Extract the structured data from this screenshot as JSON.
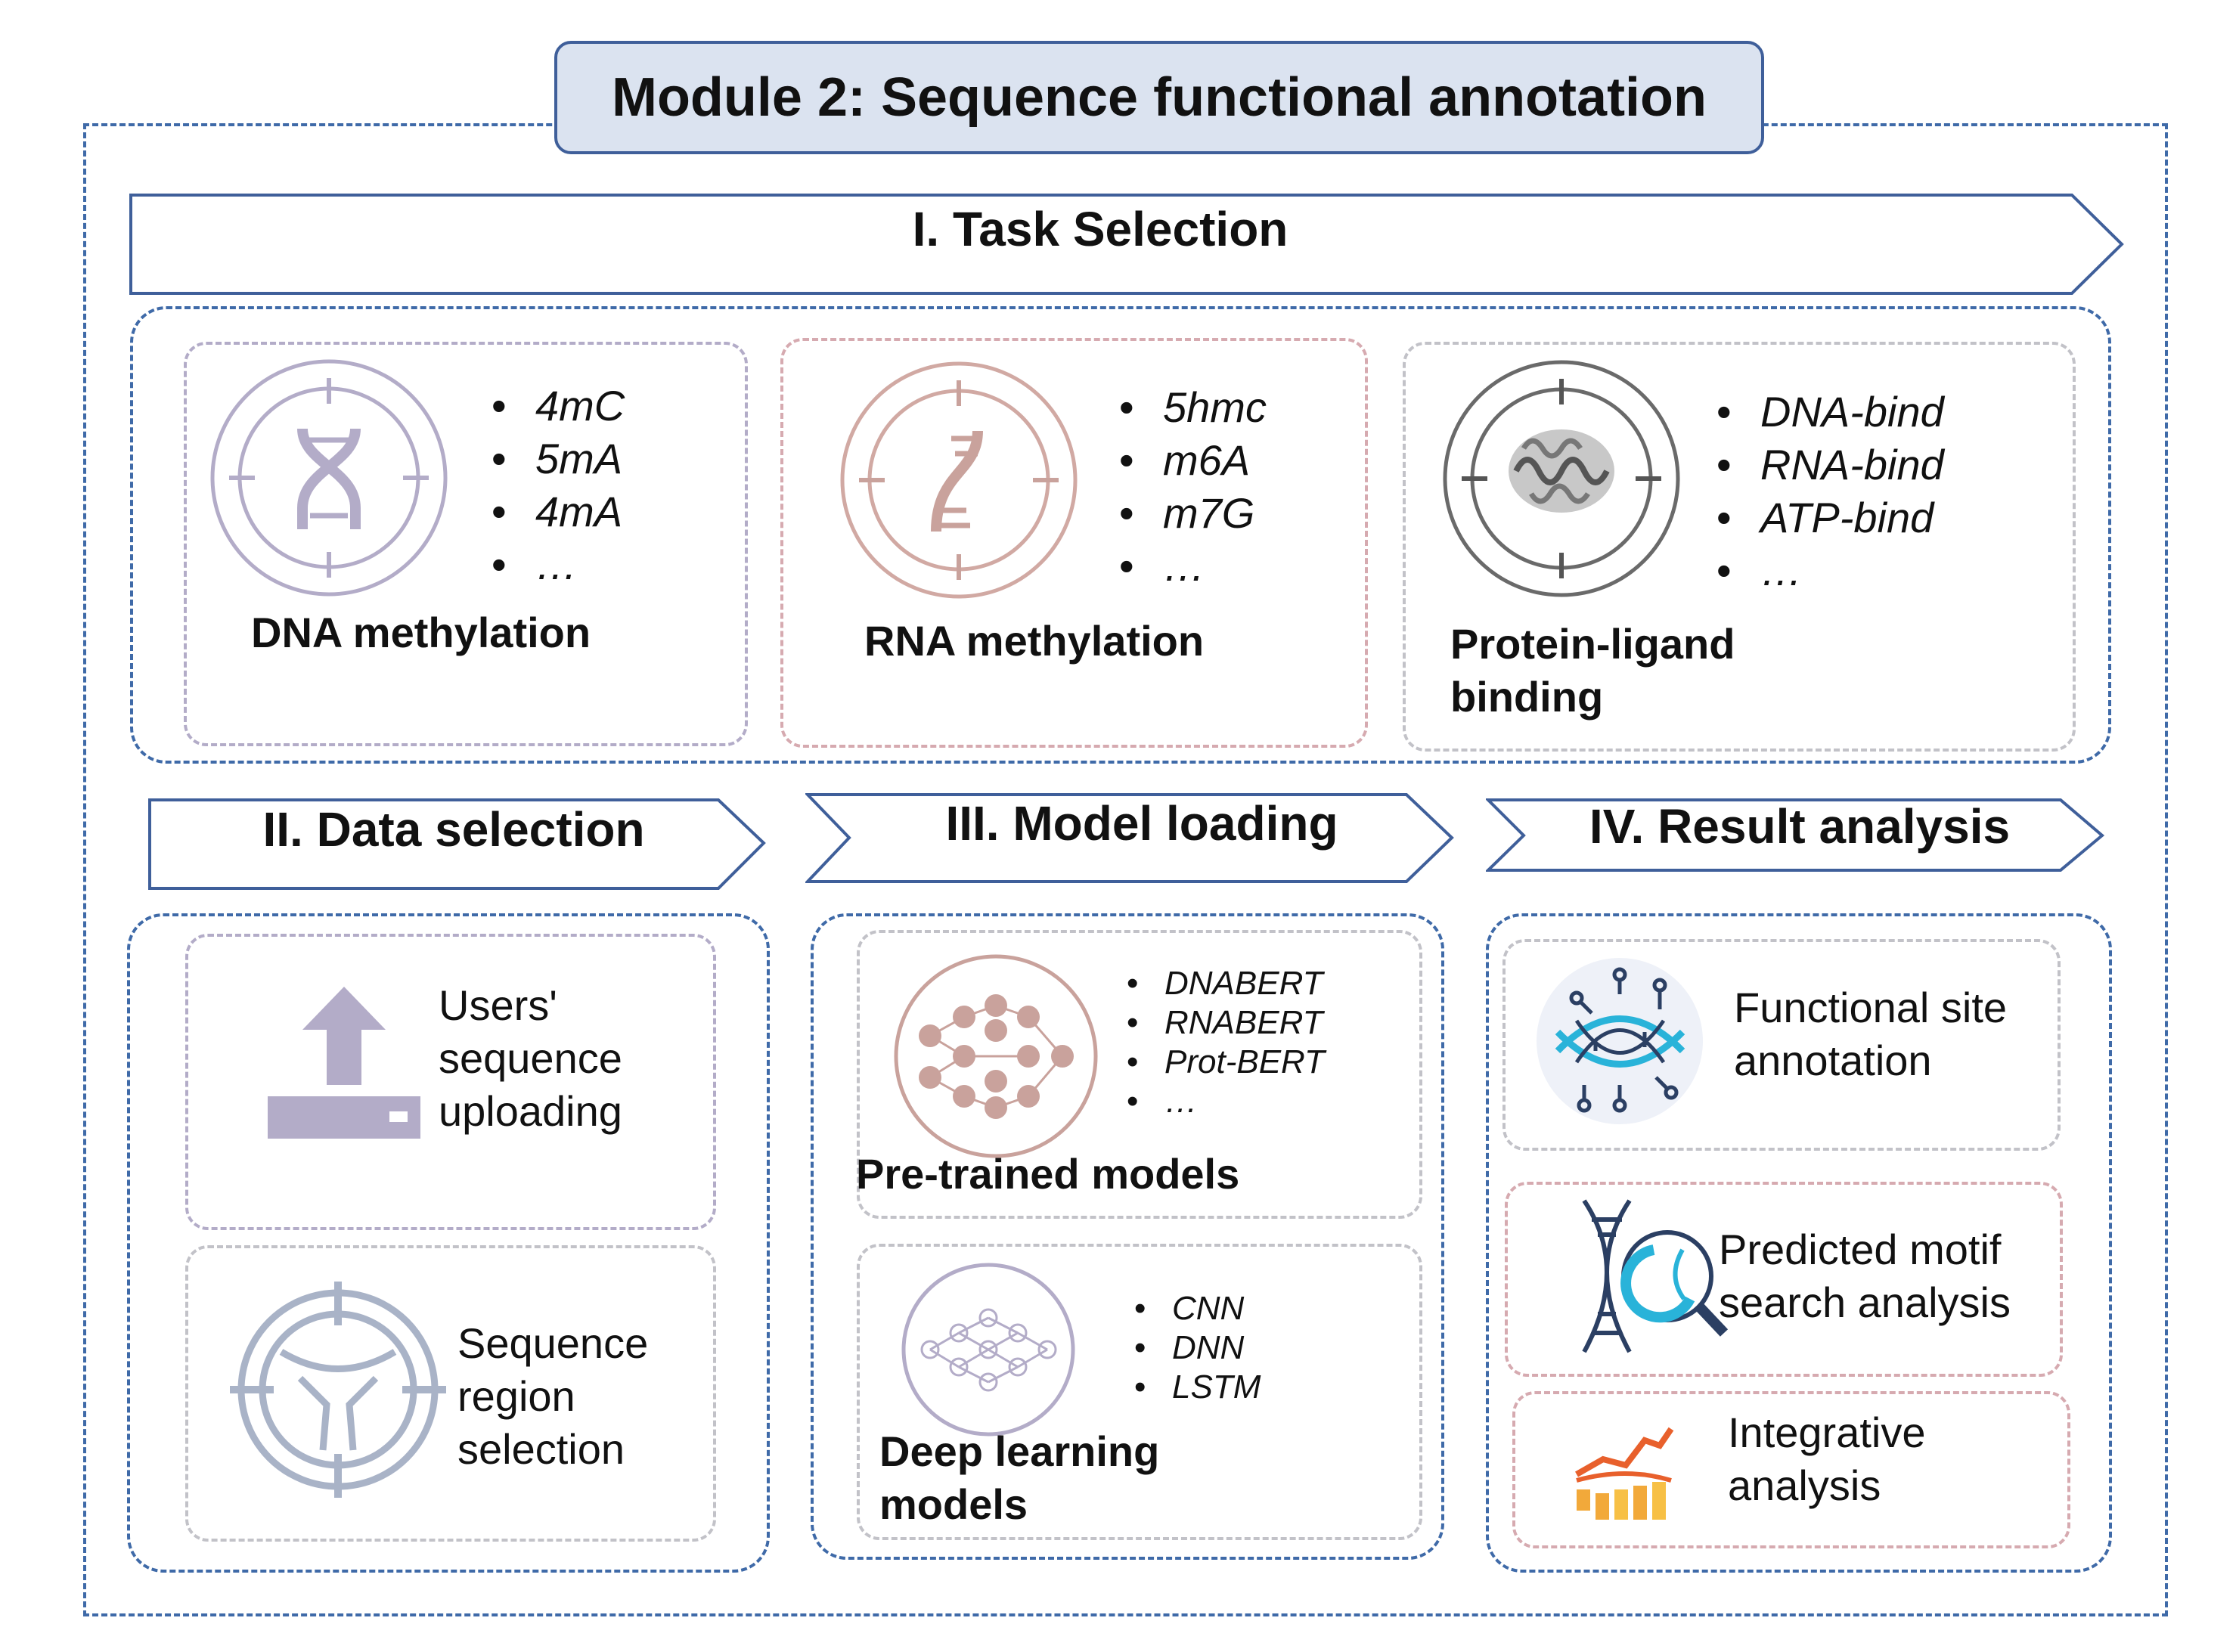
{
  "module_title": "Module 2: Sequence functional annotation",
  "task_selection": {
    "header": "I. Task Selection",
    "cards": [
      {
        "label": "DNA methylation",
        "items": [
          "4mC",
          "5mA",
          "4mA",
          "…"
        ]
      },
      {
        "label": "RNA methylation",
        "items": [
          "5hmc",
          "m6A",
          "m7G",
          "…"
        ]
      },
      {
        "label": "Protein-ligand binding",
        "items": [
          "DNA-bind",
          "RNA-bind",
          "ATP-bind",
          "…"
        ]
      }
    ]
  },
  "data_selection": {
    "header": "II. Data selection",
    "cards": [
      {
        "label": "Users' sequence uploading"
      },
      {
        "label": "Sequence region selection"
      }
    ]
  },
  "model_loading": {
    "header": "III. Model loading",
    "cards": [
      {
        "label": "Pre-trained models",
        "items": [
          "DNABERT",
          "RNABERT",
          "Prot-BERT",
          "…"
        ]
      },
      {
        "label": "Deep learning models",
        "items": [
          "CNN",
          "DNN",
          "LSTM"
        ]
      }
    ]
  },
  "result_analysis": {
    "header": "IV. Result analysis",
    "cards": [
      {
        "label": "Functional site annotation"
      },
      {
        "label": "Predicted motif search analysis"
      },
      {
        "label": "Integrative analysis"
      }
    ]
  },
  "colors": {
    "frame_blue": "#3f6aa8",
    "title_fill": "#dbe3f0",
    "dna_purple": "#b3acc8",
    "rna_pink": "#c9a29c"
  },
  "icons": [
    "dna-target-icon",
    "rna-target-icon",
    "protein-target-icon",
    "upload-icon",
    "region-target-icon",
    "neural-network-icon",
    "deep-network-icon",
    "functional-site-icon",
    "motif-search-icon",
    "integrative-chart-icon"
  ]
}
